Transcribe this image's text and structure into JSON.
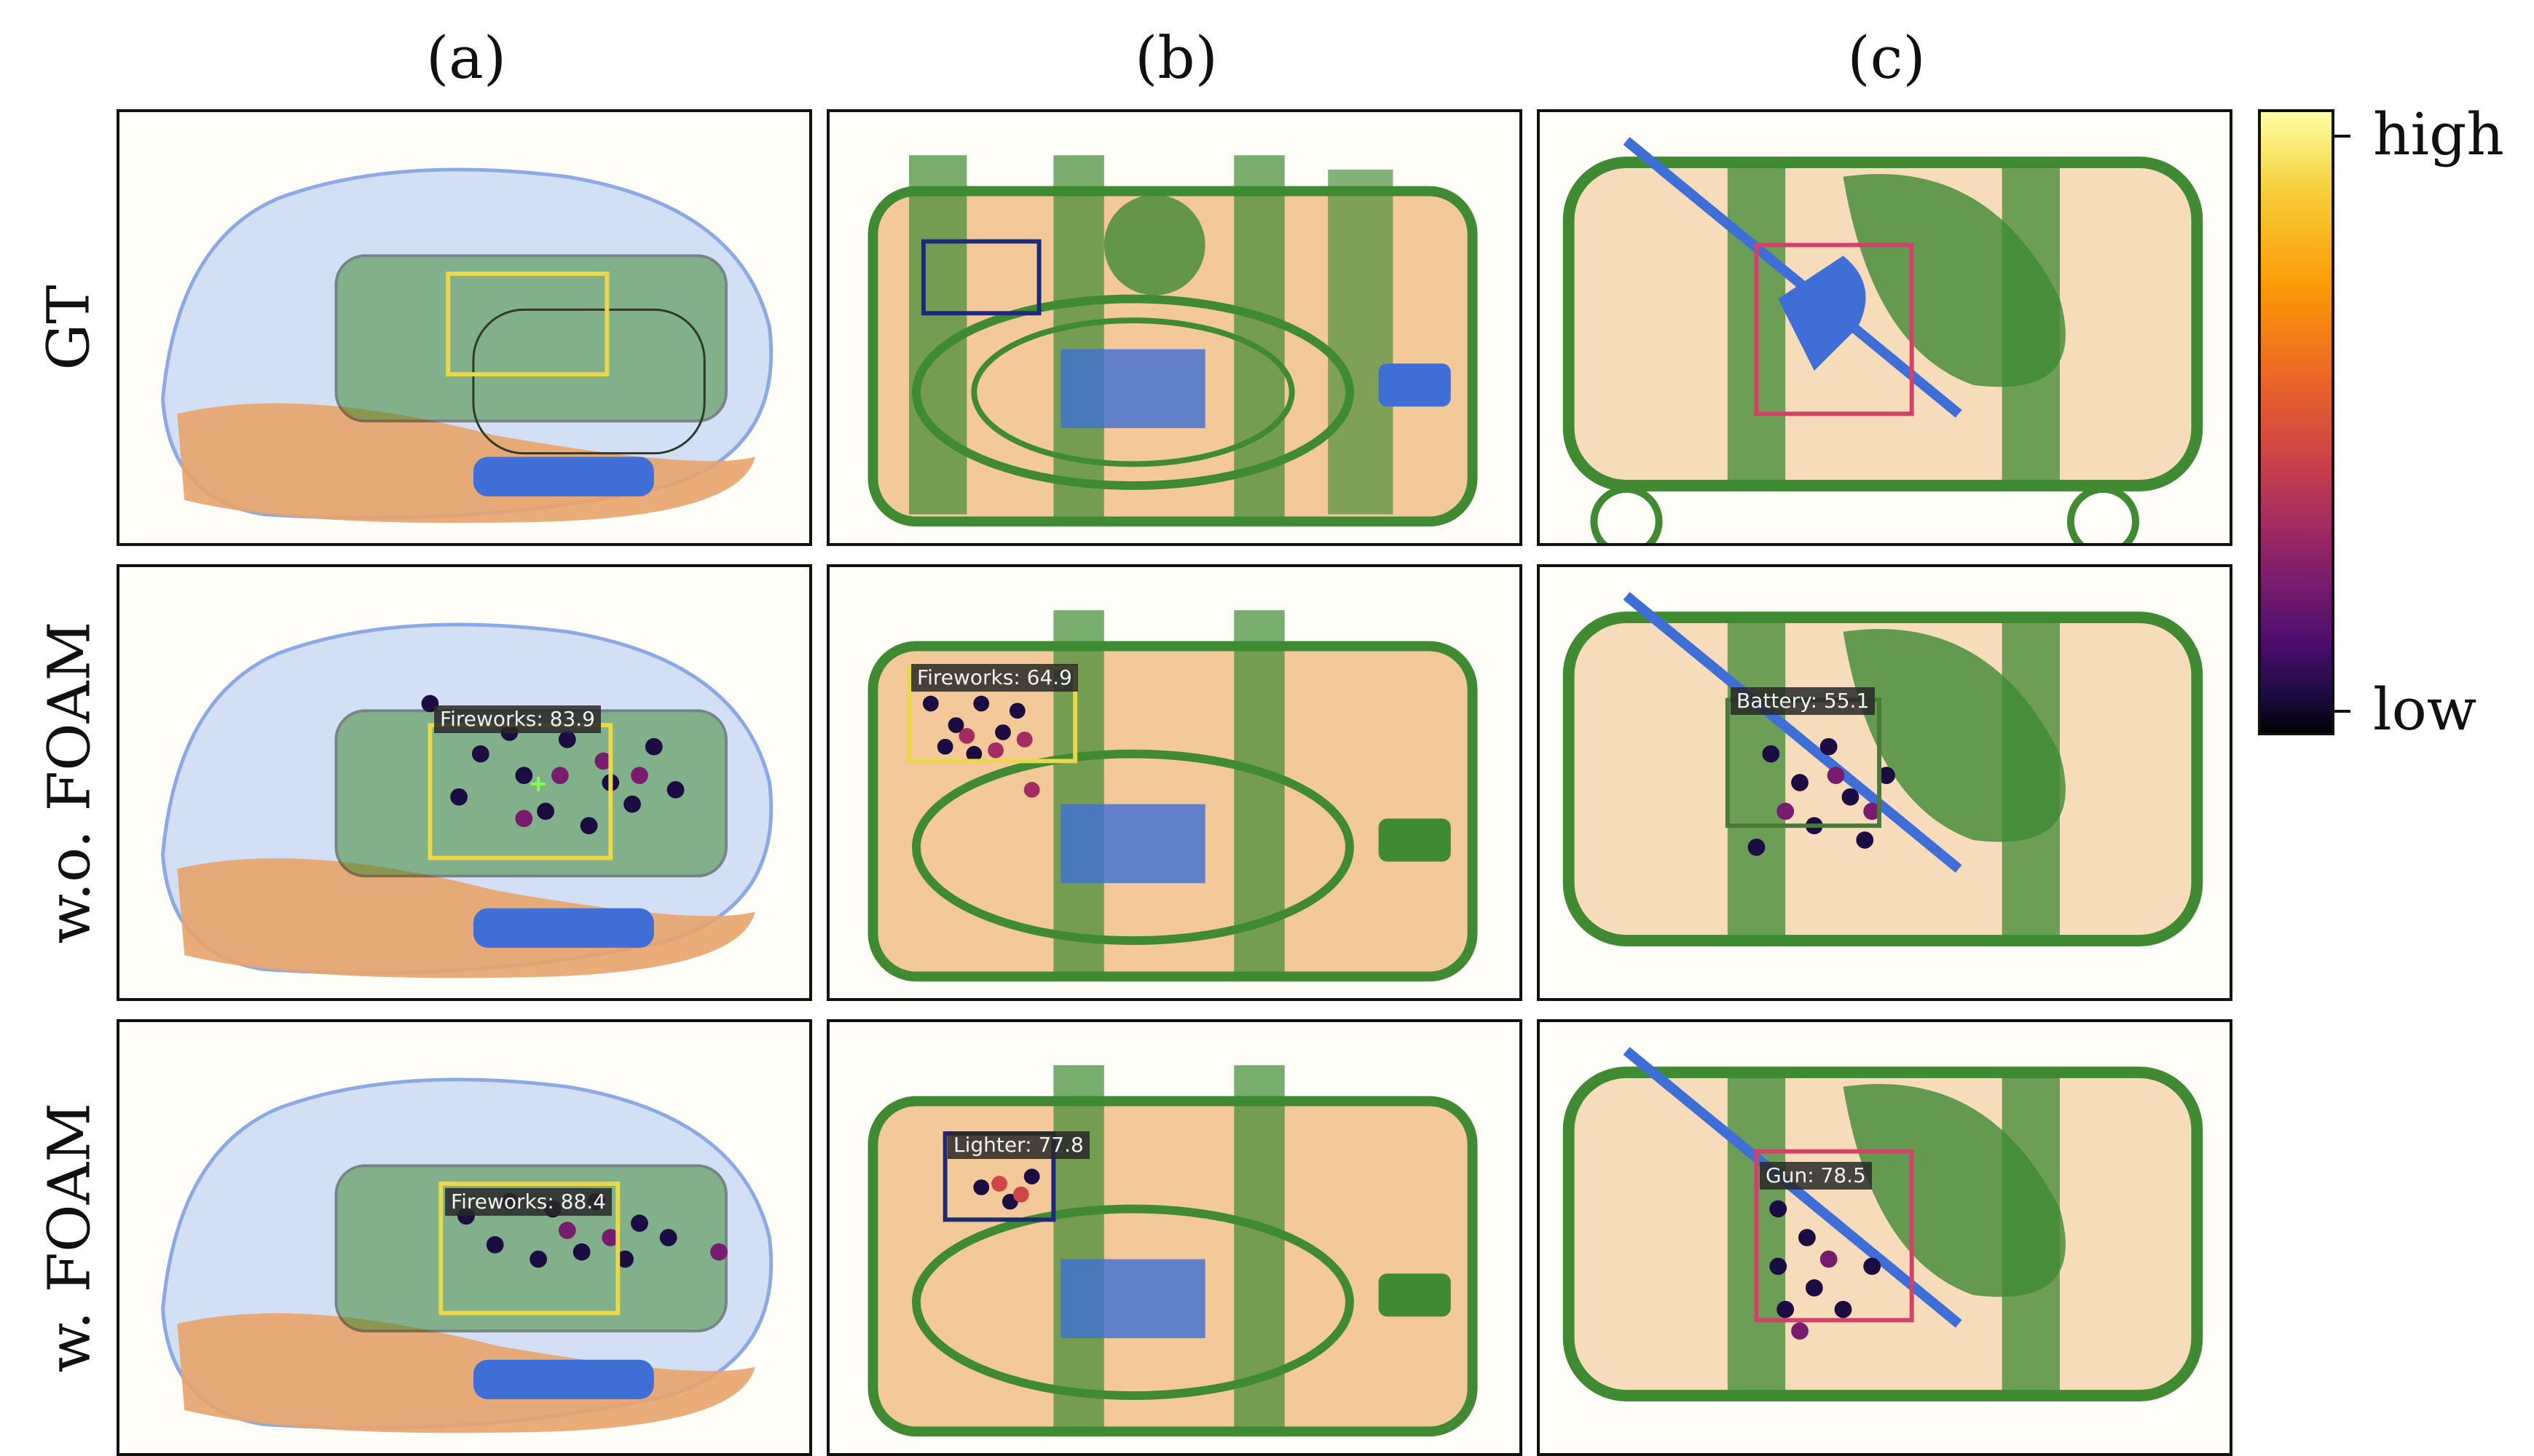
{
  "columns": [
    "(a)",
    "(b)",
    "(c)"
  ],
  "rows": [
    "GT",
    "w.o. FOAM",
    "w. FOAM"
  ],
  "colorbar": {
    "high_label": "high",
    "low_label": "low",
    "colors": [
      "#fcffa4",
      "#f7d13d",
      "#fb9b06",
      "#ed6925",
      "#cf4446",
      "#a52c60",
      "#781c6d",
      "#4a0c6b",
      "#1b0c41",
      "#000004"
    ]
  },
  "detections": {
    "a_wo": {
      "label": "Fireworks: 83.9",
      "color": "#e8d84a"
    },
    "a_w": {
      "label": "Fireworks: 88.4",
      "color": "#e8d84a"
    },
    "b_wo": {
      "label": "Fireworks: 64.9",
      "color": "#e8d84a"
    },
    "b_w": {
      "label": "Lighter: 77.8",
      "color": "#1e2a78"
    },
    "c_wo": {
      "label": "Battery: 55.1",
      "color": "#4a7a3a"
    },
    "c_w": {
      "label": "Gun: 78.5",
      "color": "#d2416a"
    }
  },
  "colors": {
    "xray_orange": "#e8a36a",
    "xray_green": "#3f8a33",
    "xray_blue": "#3f6fd6",
    "gt_a_box": "#e8d84a",
    "gt_b_box": "#1e2a78",
    "gt_c_box": "#d2416a"
  }
}
